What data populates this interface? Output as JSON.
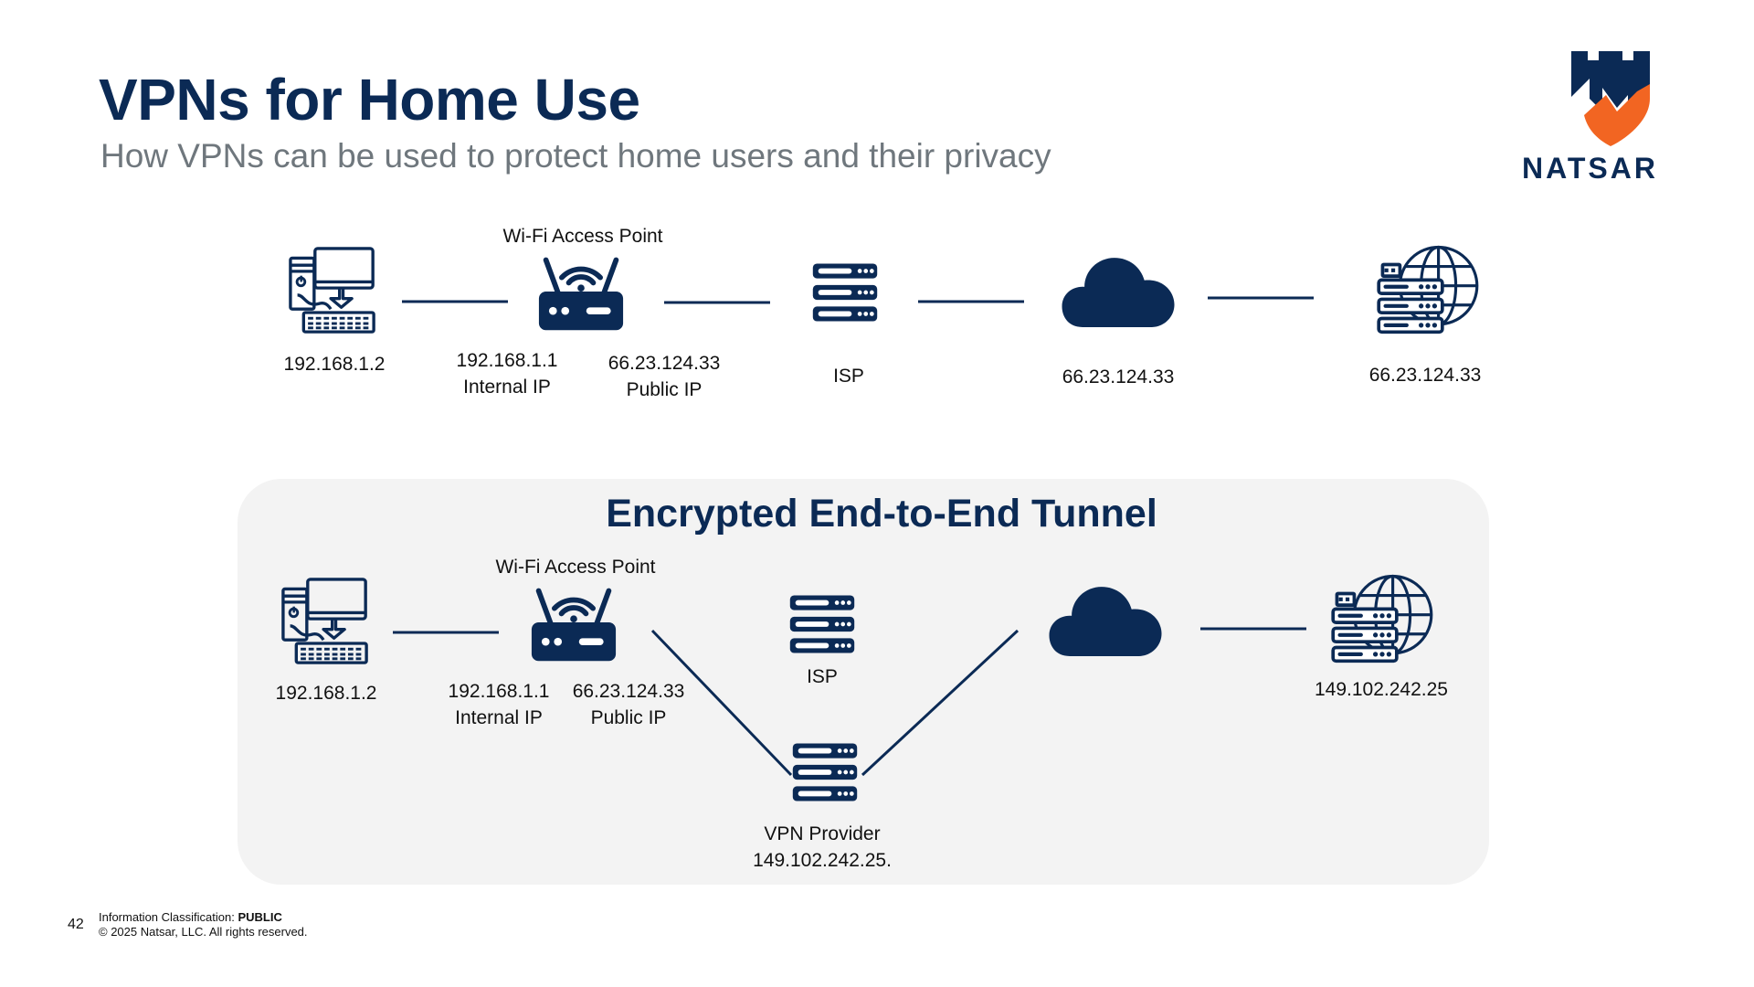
{
  "header": {
    "title": "VPNs for Home Use",
    "subtitle": "How VPNs can be used to protect home users and their privacy"
  },
  "logo": {
    "text": "NATSAR"
  },
  "top_flow": {
    "pc_ip": "192.168.1.2",
    "ap_title": "Wi-Fi Access Point",
    "ap_internal_ip": "192.168.1.1",
    "ap_internal_label": "Internal IP",
    "ap_public_ip": "66.23.124.33",
    "ap_public_label": "Public IP",
    "isp_label": "ISP",
    "cloud_ip": "66.23.124.33",
    "server_ip": "66.23.124.33"
  },
  "tunnel": {
    "title": "Encrypted End-to-End Tunnel",
    "pc_ip": "192.168.1.2",
    "ap_title": "Wi-Fi Access Point",
    "ap_internal_ip": "192.168.1.1",
    "ap_internal_label": "Internal IP",
    "ap_public_ip": "66.23.124.33",
    "ap_public_label": "Public IP",
    "isp_label": "ISP",
    "vpn_label": "VPN Provider",
    "vpn_ip": "149.102.242.25.",
    "server_ip": "149.102.242.25"
  },
  "footer": {
    "page_number": "42",
    "classification_label": "Information Classification: ",
    "classification_value": "PUBLIC",
    "copyright": "© 2025 Natsar, LLC. All rights reserved."
  },
  "colors": {
    "navy": "#0b2a55",
    "orange": "#f26522",
    "gray_text": "#6f777d",
    "panel": "#f3f3f3"
  }
}
